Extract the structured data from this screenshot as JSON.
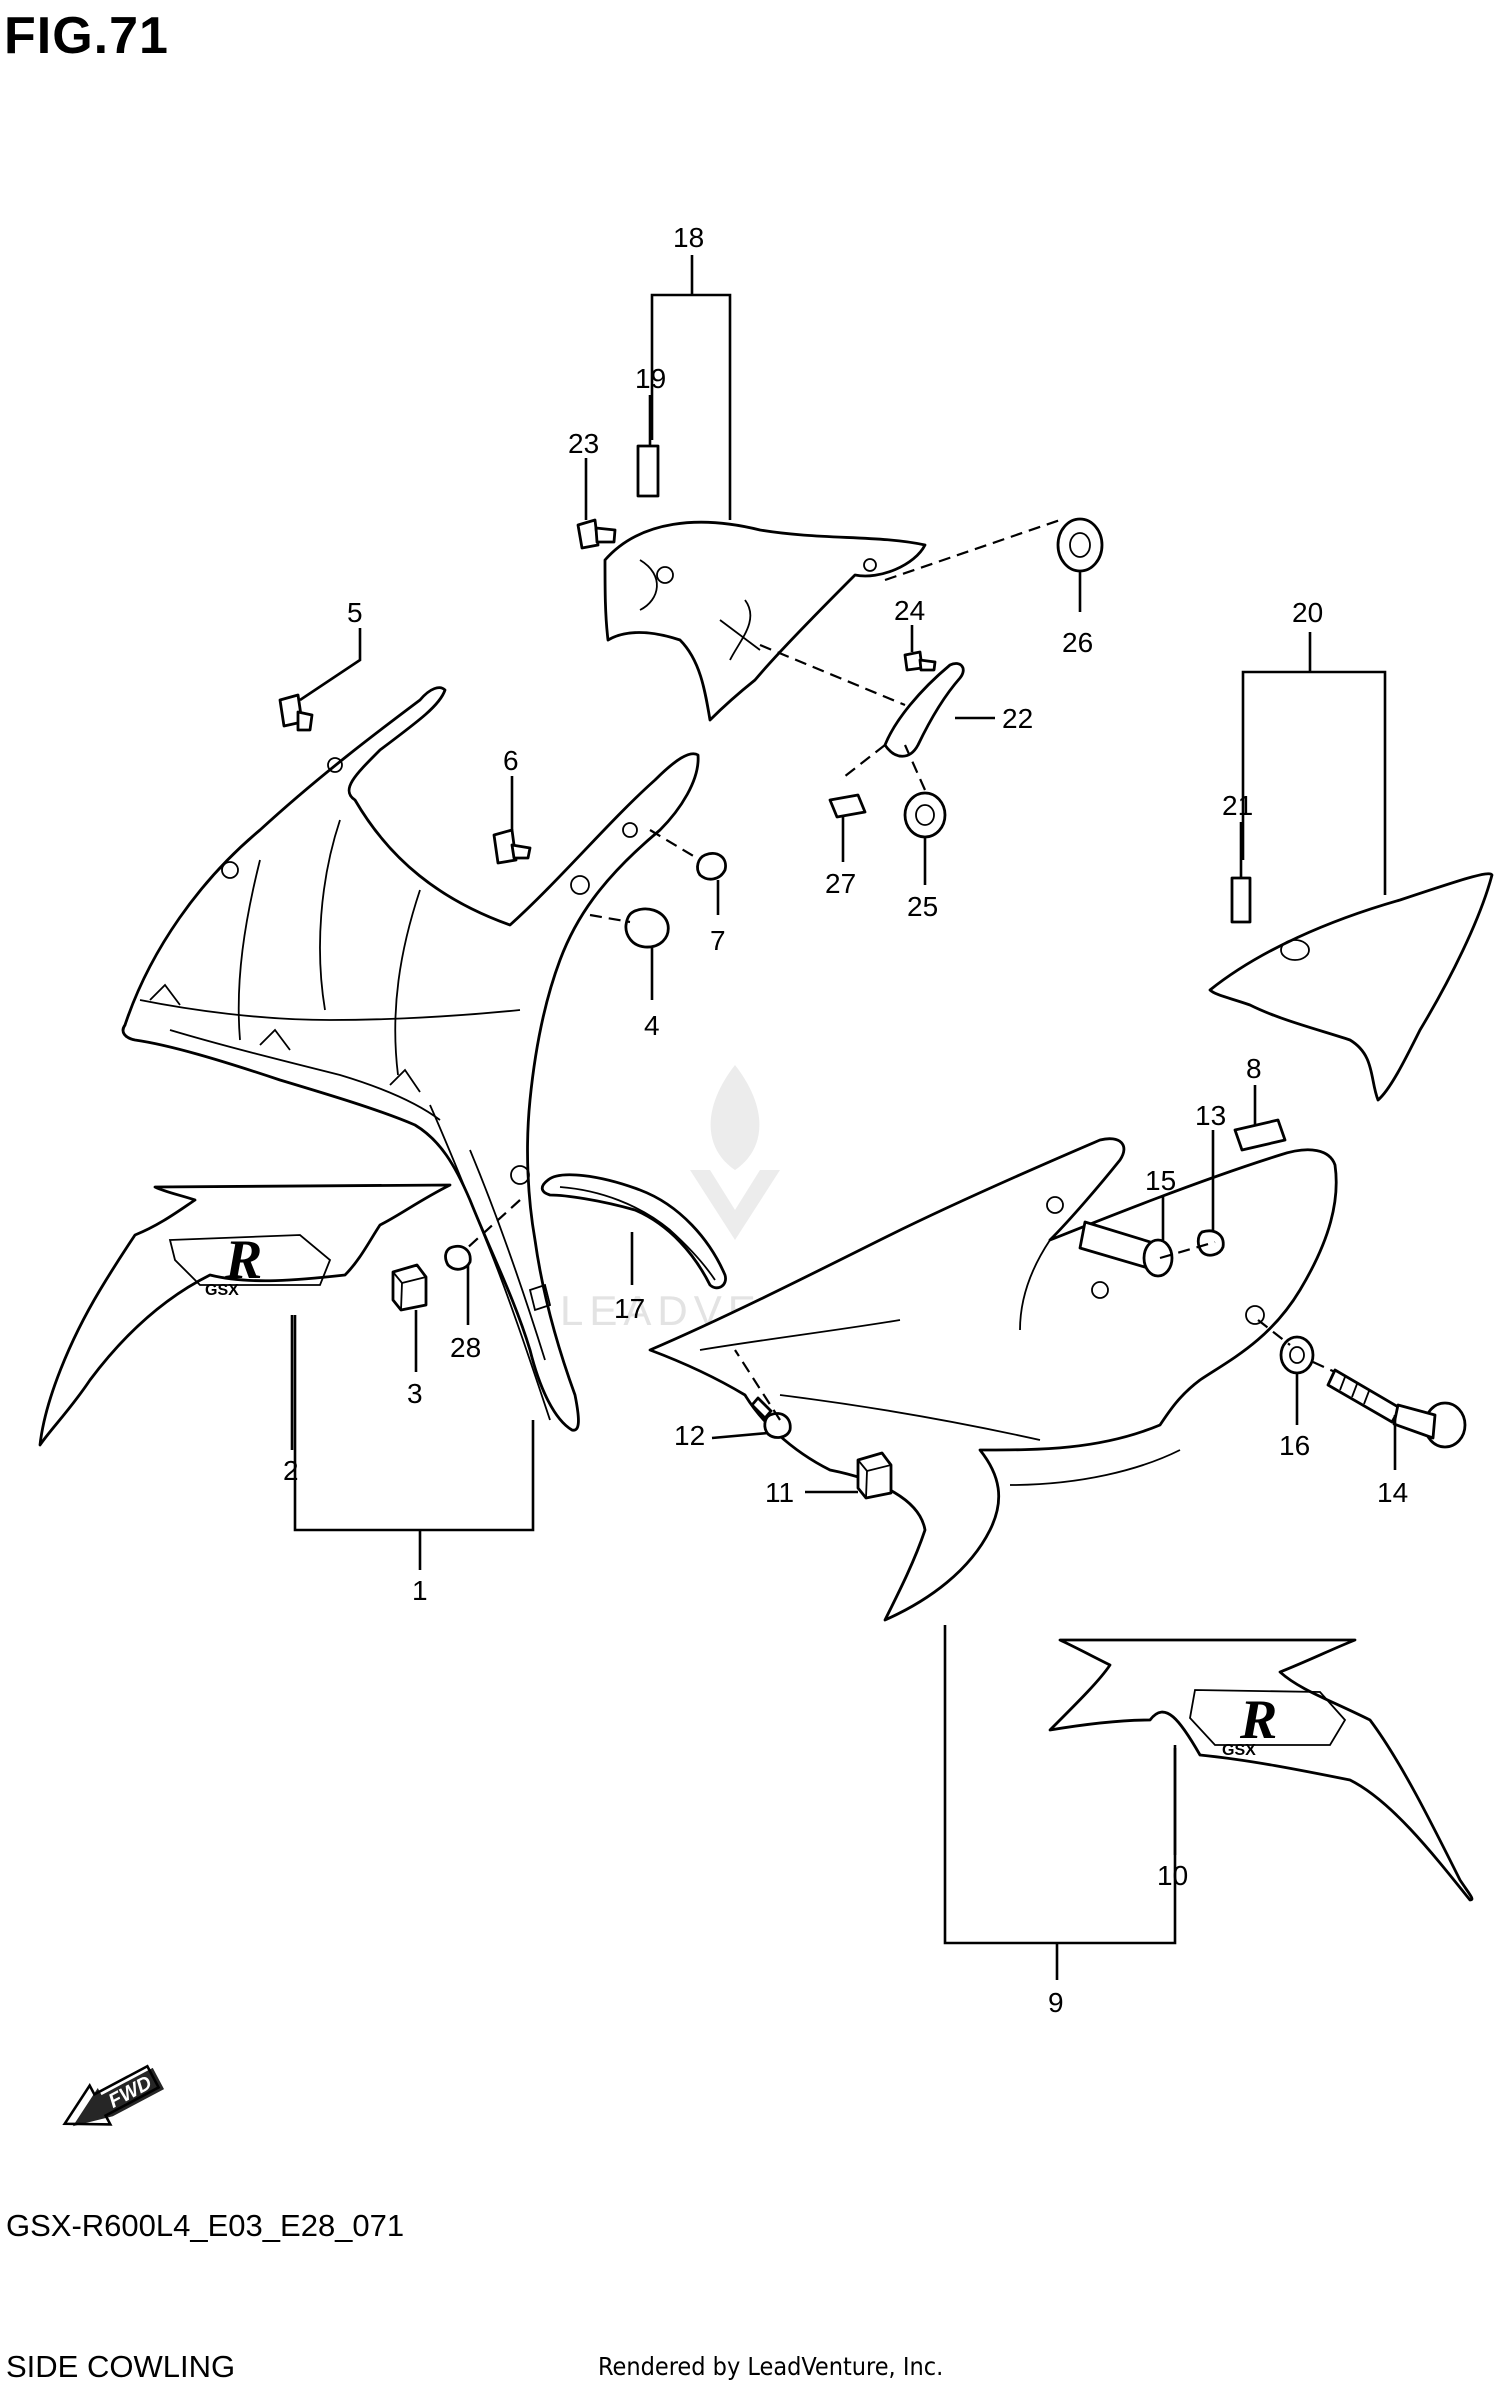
{
  "header": {
    "figure_title": "FIG.71"
  },
  "footer": {
    "model_code": "GSX-R600L4_E03_E28_071",
    "section_name": "SIDE COWLING",
    "credit": "Rendered by LeadVenture, Inc."
  },
  "watermark": {
    "text": "LEADVENTURE"
  },
  "fwd_badge": {
    "text": "FWD"
  },
  "emblem": {
    "letter": "R",
    "subtext": "GSX"
  },
  "callouts": {
    "c1": "1",
    "c2": "2",
    "c3": "3",
    "c4": "4",
    "c5": "5",
    "c6": "6",
    "c7": "7",
    "c8": "8",
    "c9": "9",
    "c10": "10",
    "c11": "11",
    "c12": "12",
    "c13": "13",
    "c14": "14",
    "c15": "15",
    "c16": "16",
    "c17": "17",
    "c18": "18",
    "c19": "19",
    "c20": "20",
    "c21": "21",
    "c22": "22",
    "c23": "23",
    "c24": "24",
    "c25": "25",
    "c26": "26",
    "c27": "27",
    "c28": "28"
  },
  "colors": {
    "line": "#000000",
    "background": "#ffffff",
    "watermark": "#e3e3e3"
  }
}
